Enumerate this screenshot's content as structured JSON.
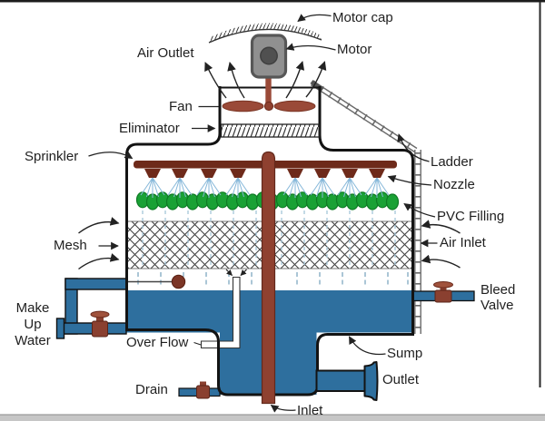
{
  "diagram": {
    "labels": {
      "motor_cap": "Motor cap",
      "motor": "Motor",
      "air_outlet": "Air Outlet",
      "fan": "Fan",
      "eliminator": "Eliminator",
      "sprinkler": "Sprinkler",
      "ladder": "Ladder",
      "nozzle": "Nozzle",
      "pvc_filling": "PVC Filling",
      "air_inlet": "Air Inlet",
      "mesh": "Mesh",
      "make_up_water": "Make\nUp\nWater",
      "over_flow": "Over Flow",
      "bleed_valve": "Bleed\nValve",
      "sump": "Sump",
      "drain": "Drain",
      "outlet": "Outlet",
      "inlet": "Inlet"
    },
    "colors": {
      "water_blue": "#2E6F9E",
      "pipe_brown": "#8F4130",
      "dark_brown": "#6E2A1A",
      "pvc_green": "#1AA135",
      "spray_blue": "#85B7D9",
      "motor_gray": "#909090",
      "outline": "#131313",
      "label_text": "#1F1F1F",
      "footer_gray": "#C6C6C6"
    }
  }
}
